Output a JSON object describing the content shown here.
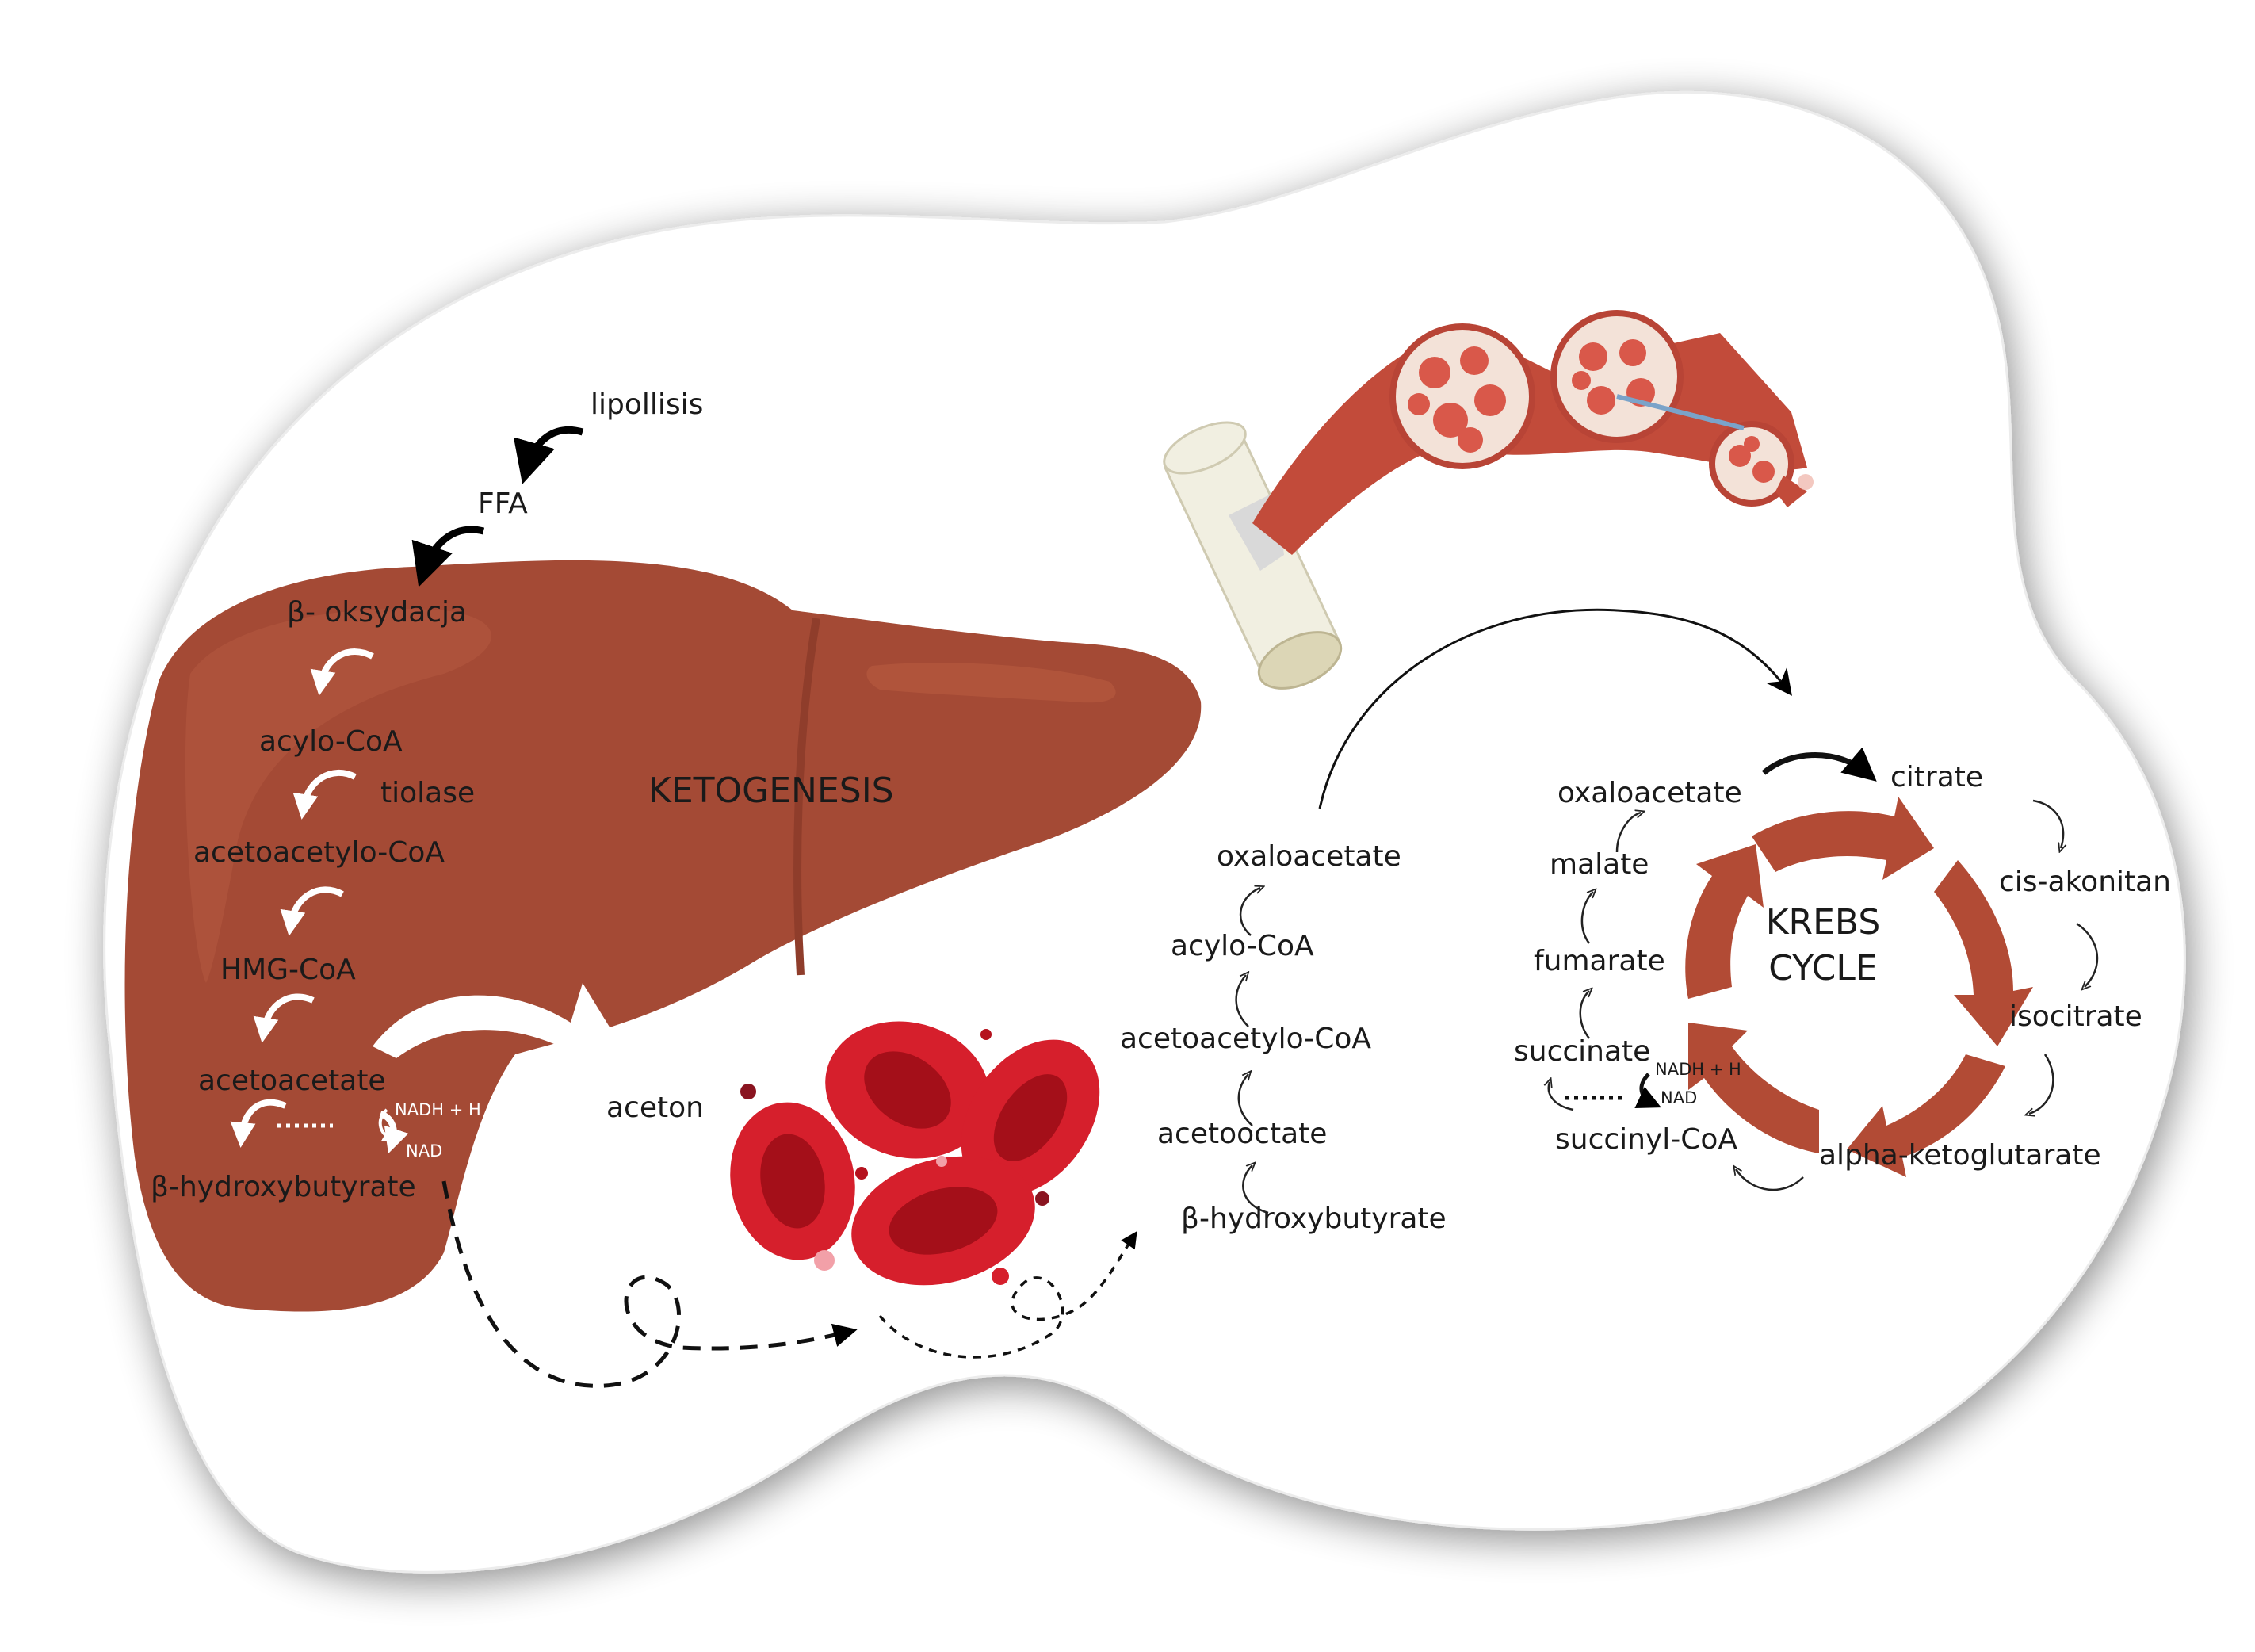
{
  "liver": {
    "title": "KETOGENESIS",
    "lipolysis": "lipollisis",
    "ffa": "FFA",
    "steps": [
      "β- oksydacja",
      "acylo-CoA",
      "acetoacetylo-CoA",
      "HMG-CoA",
      "acetoacetate",
      "β-hydroxybutyrate"
    ],
    "enzyme": "tiolase",
    "cofactor_top": "NADH + H",
    "cofactor_bottom": "NAD"
  },
  "blood": {
    "aceton": "aceton"
  },
  "muscle_pathway": {
    "steps": [
      "oxaloacetate",
      "acylo-CoA",
      "acetoacetylo-CoA",
      "acetooctate",
      "β-hydroxybutyrate"
    ]
  },
  "krebs": {
    "title_line1": "KREBS",
    "title_line2": "CYCLE",
    "citrate": "citrate",
    "cis_akonitan": "cis-akonitan",
    "isocitrate": "isocitrate",
    "alpha_ketoglutarate": "alpha-ketoglutarate",
    "succinyl_coa": "succinyl-CoA",
    "succinate": "succinate",
    "fumarate": "fumarate",
    "malate": "malate",
    "oxaloacetate": "oxaloacetate",
    "cofactor_top": "NADH + H",
    "cofactor_bottom": "NAD"
  },
  "colors": {
    "liver": "#a44a35",
    "liver_shade": "#8f3d2b",
    "blood_cell": "#d61f2c",
    "blood_cell_dark": "#b5121e",
    "muscle": "#c24b3a",
    "bone": "#f1efe1",
    "arrow_krebs": "#b24b35"
  }
}
